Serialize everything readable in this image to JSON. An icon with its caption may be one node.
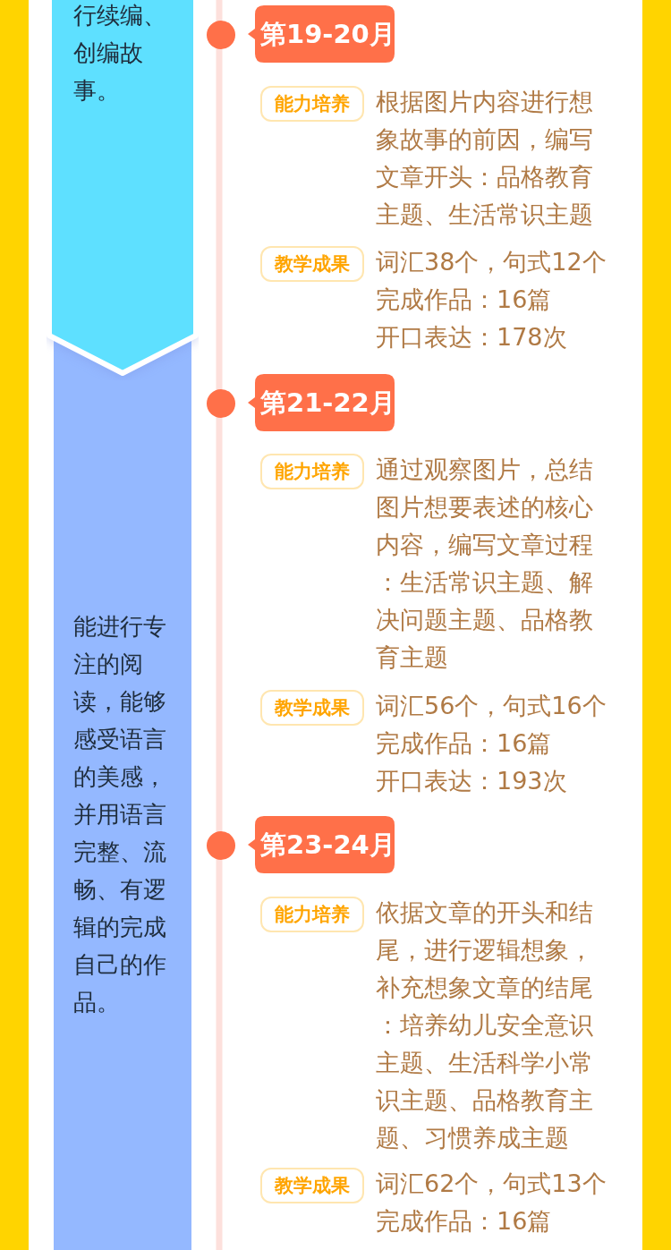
{
  "diagram": {
    "nodes": [
      {
        "text": [
          "行续编、创编故事。"
        ]
      },
      {
        "text": [
          "能进行专注的阅读，能够感受语言的美感，并用语言完整、流畅、有逻辑的完成自己的作品。"
        ]
      },
      {
        "text": [
          "第19-20月"
        ]
      },
      {
        "text": [
          "能力培养"
        ],
        "beside": [
          "根据图片内容进行想象故事的前因，编写文章开头：品格教育主题、生活常识主题"
        ]
      },
      {
        "text": [
          "教学成果"
        ],
        "beside": [
          "词汇38个，句式12个",
          "完成作品：16篇",
          "开口表达：178次"
        ]
      },
      {
        "text": [
          "第21-22月"
        ]
      },
      {
        "text": [
          "能力培养"
        ],
        "beside": [
          "通过观察图片，总结图片想要表述的核心内容，编写文章过程：生活常识主题、解决问题主题、品格教育主题"
        ]
      },
      {
        "text": [
          "教学成果"
        ],
        "beside": [
          "词汇56个，句式16个",
          "完成作品：16篇",
          "开口表达：193次"
        ]
      },
      {
        "text": [
          "第23-24月"
        ]
      },
      {
        "text": [
          "能力培养"
        ],
        "beside": [
          "依据文章的开头和结尾，进行逻辑想象，补充想象文章的结尾：培养幼儿安全意识主题、生活科学小常识主题、品格教育主题、习惯养成主题"
        ]
      },
      {
        "text": [
          "教学成果"
        ],
        "beside": [
          "词汇62个，句式13个",
          "完成作品：16篇"
        ]
      }
    ],
    "edges": []
  }
}
